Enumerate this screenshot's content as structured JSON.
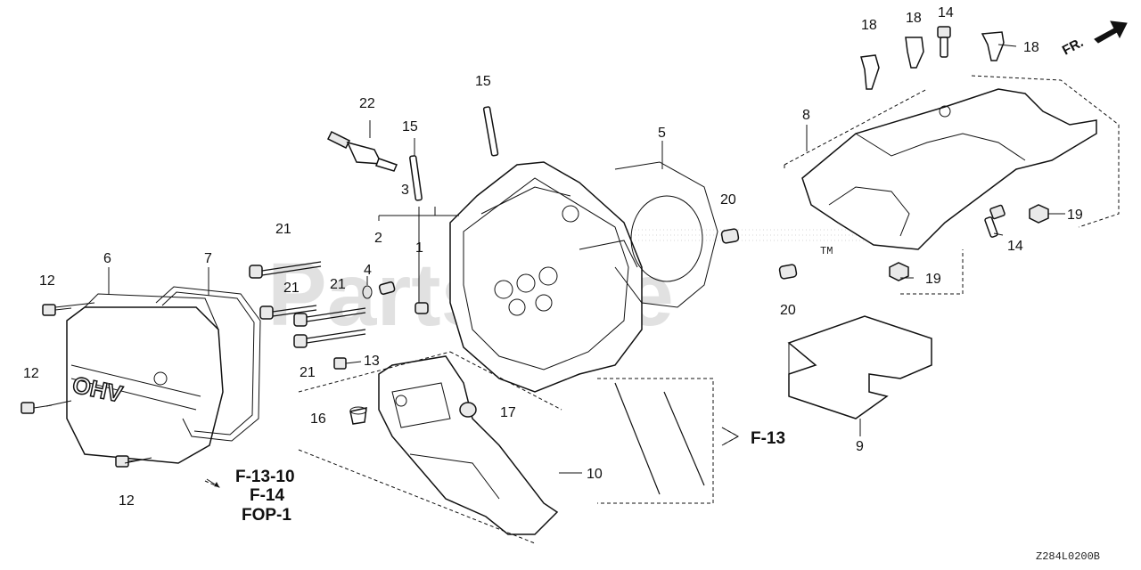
{
  "watermark": "PartsTree",
  "watermark_tm": "TM",
  "direction_label": "FR.",
  "diagram_code": "Z284L0200B",
  "callouts": {
    "c1": "1",
    "c2": "2",
    "c3": "3",
    "c4": "4",
    "c5": "5",
    "c6": "6",
    "c7": "7",
    "c8": "8",
    "c9": "9",
    "c10": "10",
    "c12a": "12",
    "c12b": "12",
    "c12c": "12",
    "c13": "13",
    "c14a": "14",
    "c14b": "14",
    "c15a": "15",
    "c15b": "15",
    "c16": "16",
    "c17": "17",
    "c18a": "18",
    "c18b": "18",
    "c18c": "18",
    "c19a": "19",
    "c19b": "19",
    "c20a": "20",
    "c20b": "20",
    "c21a": "21",
    "c21b": "21",
    "c21c": "21",
    "c21d": "21",
    "c22": "22"
  },
  "references": {
    "ref_f13": "F-13",
    "ref_f1310": "F-13-10",
    "ref_f14": "F-14",
    "ref_fop1": "FOP-1"
  },
  "cover_lettering": "OHV"
}
